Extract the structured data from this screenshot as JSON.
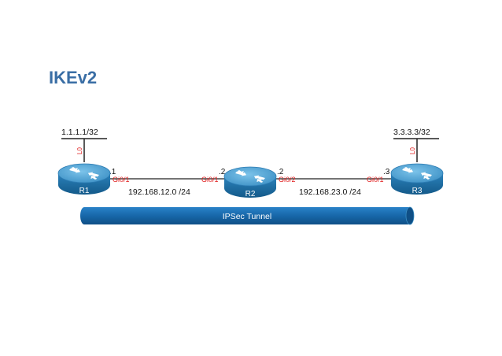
{
  "title": "IKEv2",
  "routers": [
    {
      "name": "R1"
    },
    {
      "name": "R2"
    },
    {
      "name": "R3"
    }
  ],
  "loopbacks": {
    "r1": {
      "address": "1.1.1.1/32",
      "interface": "L0"
    },
    "r3": {
      "address": "3.3.3.3/32",
      "interface": "L0"
    }
  },
  "links": [
    {
      "network": "192.168.12.0 /24",
      "left_host": ".1",
      "left_interface": "Gi0/1",
      "right_host": ".2",
      "right_interface": "Gi0/1"
    },
    {
      "network": "192.168.23.0 /24",
      "left_host": ".2",
      "left_interface": "Gi0/2",
      "right_host": ".3",
      "right_interface": "Gi0/1"
    }
  ],
  "tunnel": {
    "label": "IPSec Tunnel"
  },
  "colors": {
    "title": "#3a6ea5",
    "router_top": "#4a9fd0",
    "router_side": "#1e6ea3",
    "tunnel": "#1a6cb0",
    "interface": "#e02020",
    "text": "#111111"
  }
}
